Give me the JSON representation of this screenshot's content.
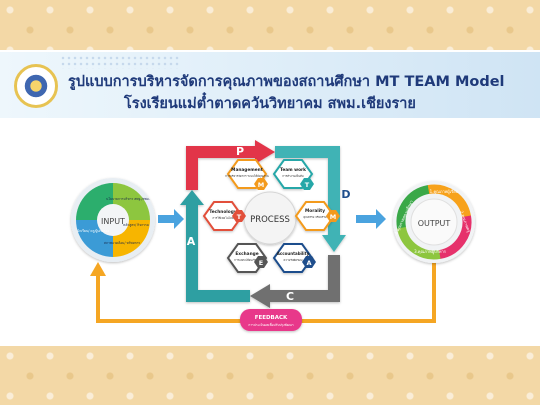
{
  "header": {
    "title_line1": "รูปแบบการบริหารจัดการคุณภาพของสถานศึกษา MT TEAM Model",
    "title_line2": "โรงเรียนแม่ต๋ำตาดควันวิทยาคม สพม.เชียงราย"
  },
  "input": {
    "label": "INPUT",
    "segments": [
      "นโยบายการบริหาร สพฐ./สพม.",
      "หลักสูตร/ กิจกรรม",
      "สภาพแวดล้อม/ ทรัพยากร",
      "นักเรียน/ ครู/ผู้ปกครอง"
    ]
  },
  "process": {
    "label": "PROCESS",
    "cycle_letters": [
      "P",
      "D",
      "C",
      "A"
    ],
    "items": [
      {
        "title": "Management",
        "subtitle": "การบริหารจัดการ ระบบให้มีคุณภาพ",
        "letter": "M"
      },
      {
        "title": "Team work",
        "subtitle": "การทำงานเป็นทีม",
        "letter": "T"
      },
      {
        "title": "Morality",
        "subtitle": "คุณธรรม จริยธรรม",
        "letter": "M"
      },
      {
        "title": "Accountability",
        "subtitle": "ความรับผิดชอบ",
        "letter": "A"
      },
      {
        "title": "Exchange",
        "subtitle": "การแลกเปลี่ยนเรียนรู้",
        "letter": "E"
      },
      {
        "title": "Technology",
        "subtitle": "การใช้เทคโนโลยี",
        "letter": "T"
      }
    ]
  },
  "output": {
    "label": "OUTPUT",
    "segments": [
      "1.คุณภาพผู้เรียน",
      "2.คุณภาพครู",
      "3.คุณภาพผู้บริหาร",
      "4.คุณภาพสถานศึกษา"
    ]
  },
  "feedback": {
    "label": "FEEDBACK",
    "subtitle": "การประเมินผลเพื่อปรับปรุงพัฒนา"
  },
  "colors": {
    "title": "#1f3a7a",
    "arrow_blue": "#4aa3df",
    "arrow_orange": "#f5a623",
    "feedback_pink": "#e8388a",
    "cycle_red": "#e2354a",
    "cycle_teal": "#3fb3b5",
    "cycle_gray": "#6f6f6f",
    "hex_orange": "#f39a1d",
    "hex_teal": "#25a7a8",
    "hex_navy": "#1f4e8c",
    "hex_gray": "#555555",
    "hex_red": "#e24f3a"
  }
}
